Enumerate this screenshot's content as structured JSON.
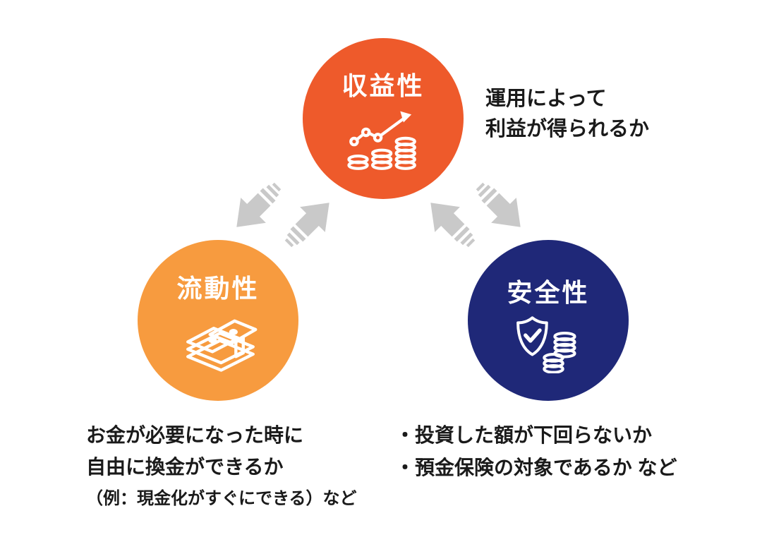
{
  "background": "#FFFFFF",
  "text_color": "#1A1A1A",
  "arrow_color": "#C9C9C9",
  "nodes": {
    "profitability": {
      "label": "収益性",
      "color": "#EE5A2B",
      "icon": "growth-chart-coins-icon",
      "desc_line1": "運用によって",
      "desc_line2": "利益が得られるか"
    },
    "liquidity": {
      "label": "流動性",
      "color": "#F79B3F",
      "icon": "banknote-bundle-icon",
      "desc_line1": "お金が必要になった時に",
      "desc_line2": "自由に換金ができるか",
      "note": "（例：現金化がすぐにできる）など"
    },
    "safety": {
      "label": "安全性",
      "color": "#1F2878",
      "icon": "shield-check-coins-icon",
      "desc_line1": "・投資した額が下回らないか",
      "desc_line2": "・預金保険の対象であるか など"
    }
  }
}
